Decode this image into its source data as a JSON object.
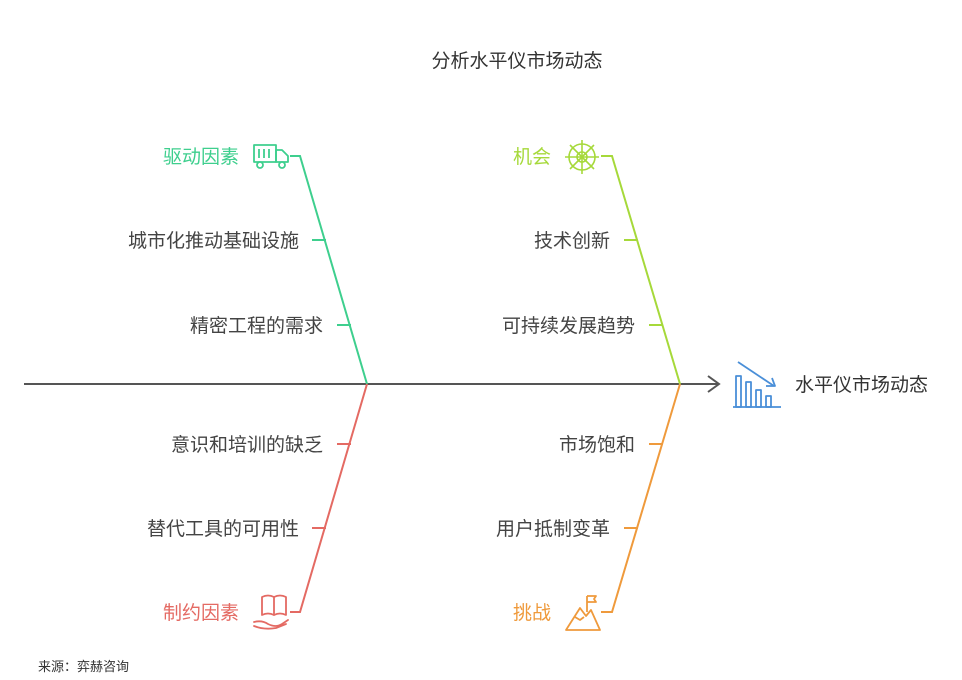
{
  "title": "分析水平仪市场动态",
  "effect": "水平仪市场动态",
  "source": "来源：弈赫咨询",
  "colors": {
    "axis": "#555555",
    "drivers": "#3ecf8e",
    "opportunities": "#a6d93a",
    "restraints": "#e46a63",
    "challenges": "#ef9a3c",
    "effect_icon": "#4a8fd8"
  },
  "branches": {
    "drivers": {
      "label": "驱动因素",
      "icon": "truck-icon",
      "items": [
        "城市化推动基础设施",
        "精密工程的需求"
      ]
    },
    "opportunities": {
      "label": "机会",
      "icon": "sparkle-icon",
      "items": [
        "技术创新",
        "可持续发展趋势"
      ]
    },
    "restraints": {
      "label": "制约因素",
      "icon": "book-hand-icon",
      "items": [
        "意识和培训的缺乏",
        "替代工具的可用性"
      ]
    },
    "challenges": {
      "label": "挑战",
      "icon": "mountain-flag-icon",
      "items": [
        "市场饱和",
        "用户抵制变革"
      ]
    }
  }
}
